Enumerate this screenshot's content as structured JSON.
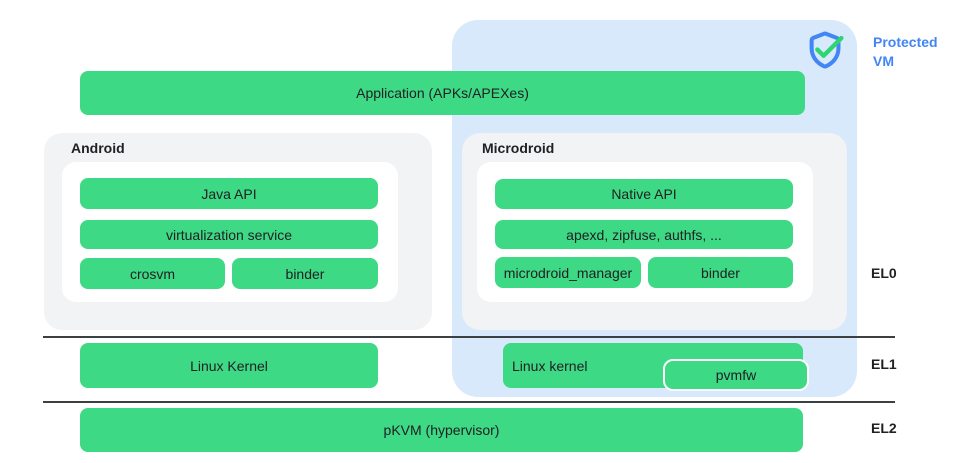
{
  "colors": {
    "green": "#3dd984",
    "light_blue": "#d7e9fb",
    "panel_gray": "#f1f3f4",
    "line": "#3c4043",
    "text": "#202124",
    "blue": "#4285f4",
    "check_green": "#2ed573"
  },
  "protected_vm": {
    "label": "Protected VM",
    "icon": "shield-check-icon"
  },
  "application": {
    "label": "Application (APKs/APEXes)"
  },
  "android": {
    "title": "Android",
    "java_api": "Java API",
    "virtualization_service": "virtualization service",
    "crosvm": "crosvm",
    "binder": "binder"
  },
  "microdroid": {
    "title": "Microdroid",
    "native_api": "Native API",
    "apexd": "apexd, zipfuse, authfs, ...",
    "microdroid_manager": "microdroid_manager",
    "binder": "binder"
  },
  "kernels": {
    "linux_kernel_android": "Linux Kernel",
    "linux_kernel_microdroid": "Linux kernel",
    "pvmfw": "pvmfw"
  },
  "hypervisor": {
    "pkvm": "pKVM (hypervisor)"
  },
  "exception_levels": [
    "EL0",
    "EL1",
    "EL2"
  ]
}
